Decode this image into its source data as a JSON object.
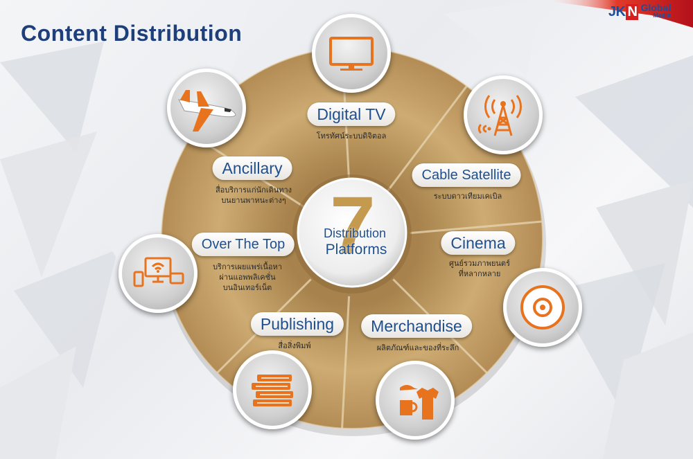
{
  "title": "Content Distribution",
  "logo": {
    "prefix": "JK",
    "highlight": "N",
    "global": "Global",
    "media": "Media"
  },
  "center": {
    "number": "7",
    "line1": "Distribution",
    "line2": "Platforms"
  },
  "colors": {
    "title": "#1e3f7a",
    "gold": "#c9a56a",
    "label_text": "#1e4f8e",
    "icon_orange": "#e8731e"
  },
  "segments": [
    {
      "label": "Digital TV",
      "sub": [
        "โทรทัศน์ระบบดิจิตอล"
      ],
      "icon": "tv-icon"
    },
    {
      "label": "Cable Satellite",
      "sub": [
        "ระบบดาวเทียมเคเบิล"
      ],
      "icon": "antenna-tower-icon"
    },
    {
      "label": "Cinema",
      "sub": [
        "ศูนย์รวมภาพยนตร์",
        "ที่หลากหลาย"
      ],
      "icon": "disc-icon"
    },
    {
      "label": "Merchandise",
      "sub": [
        "ผลิตภัณฑ์และของที่ระลึก"
      ],
      "icon": "merchandise-icon"
    },
    {
      "label": "Publishing",
      "sub": [
        "สื่อสิ่งพิมพ์"
      ],
      "icon": "books-icon"
    },
    {
      "label": "Over The Top",
      "sub": [
        "บริการเผยแพร่เนื้อหา",
        "ผ่านแอพพลิเคชั่น",
        "บนอินเทอร์เน็ต"
      ],
      "icon": "devices-icon"
    },
    {
      "label": "Ancillary",
      "sub": [
        "สื่อบริการแก่นักเดินทาง",
        "บนยานพาหนะต่างๆ"
      ],
      "icon": "airplane-icon"
    }
  ]
}
